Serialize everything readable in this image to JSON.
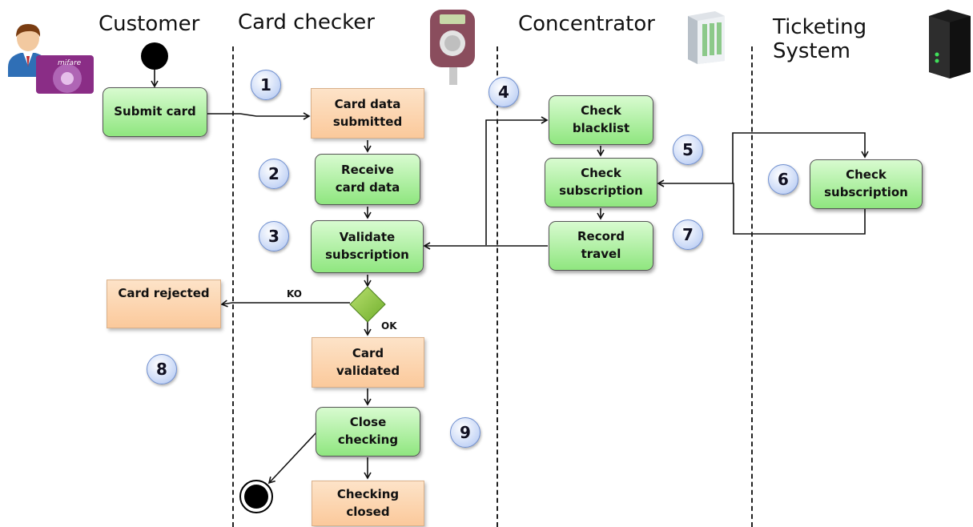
{
  "lanes": {
    "customer": "Customer",
    "card_checker": "Card checker",
    "concentrator": "Concentrator",
    "ticketing_line1": "Ticketing",
    "ticketing_line2": "System"
  },
  "nodes": {
    "submit_card": "Submit card",
    "card_data_submitted_1": "Card data",
    "card_data_submitted_2": "submitted",
    "receive_card_data_1": "Receive",
    "receive_card_data_2": "card data",
    "validate_subscription_1": "Validate",
    "validate_subscription_2": "subscription",
    "card_rejected": "Card rejected",
    "card_validated_1": "Card",
    "card_validated_2": "validated",
    "close_checking_1": "Close",
    "close_checking_2": "checking",
    "checking_closed_1": "Checking",
    "checking_closed_2": "closed",
    "check_blacklist_1": "Check",
    "check_blacklist_2": "blacklist",
    "check_subscription_conc_1": "Check",
    "check_subscription_conc_2": "subscription",
    "record_travel_1": "Record",
    "record_travel_2": "travel",
    "check_subscription_ts_1": "Check",
    "check_subscription_ts_2": "subscription"
  },
  "edge_labels": {
    "ko": "KO",
    "ok": "OK"
  },
  "steps": [
    "1",
    "2",
    "3",
    "4",
    "5",
    "6",
    "7",
    "8",
    "9"
  ],
  "card_brand": "mifare",
  "icons": [
    "customer-person-icon",
    "mifare-card-icon",
    "card-reader-icon",
    "concentrator-server-icon",
    "ticketing-server-icon",
    "start-node-icon",
    "end-node-icon"
  ]
}
